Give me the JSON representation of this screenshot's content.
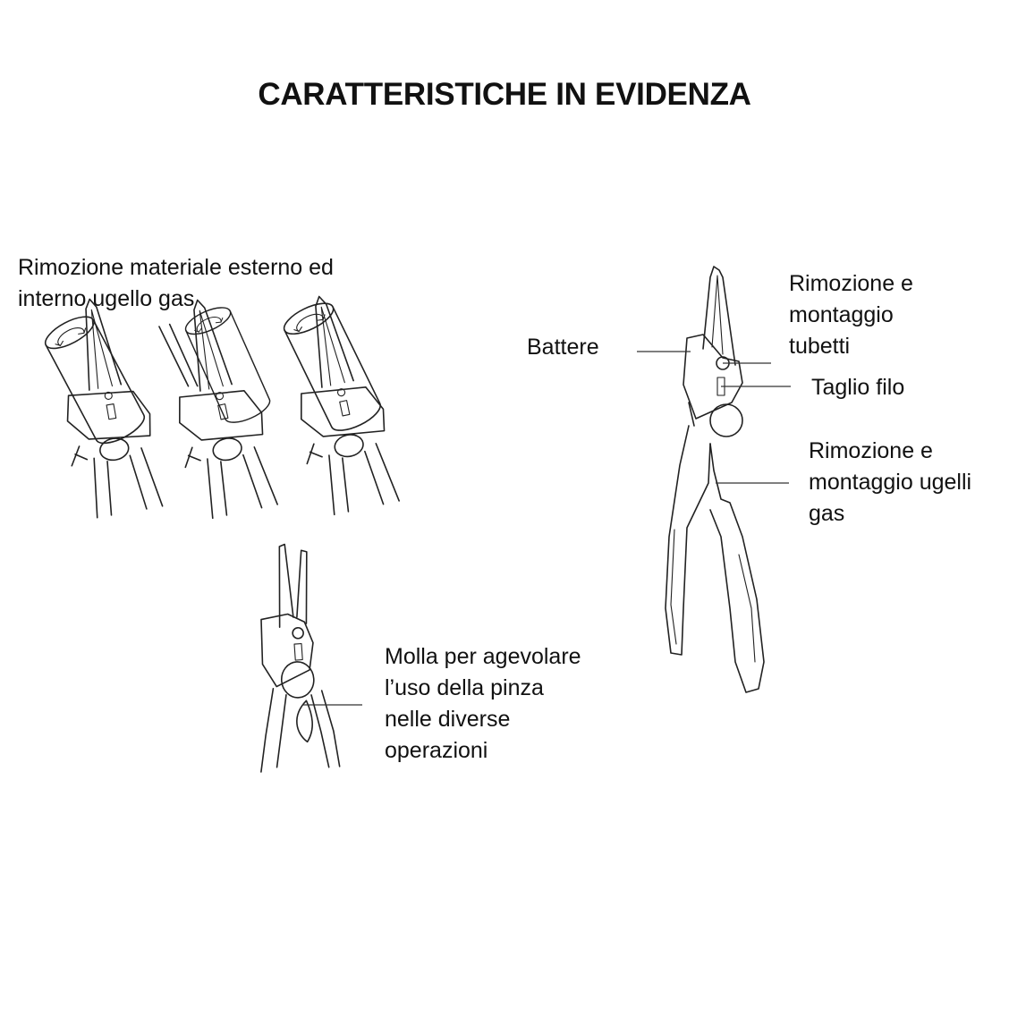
{
  "title": "CARATTERISTICHE IN EVIDENZA",
  "labels": {
    "removal": "Rimozione materiale esterno ed\ninterno ugello gas",
    "battere": "Battere",
    "tubetti": "Rimozione e\nmontaggio\ntubetti",
    "taglio": "Taglio filo",
    "ugelli": "Rimozione e\nmontaggio ugelli\ngas",
    "molla": "Molla per agevolare\nl’uso della pinza\nnelle diverse\noperazioni"
  },
  "colors": {
    "ink": "#222222",
    "background": "#ffffff"
  }
}
